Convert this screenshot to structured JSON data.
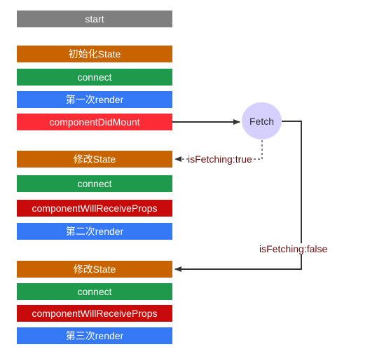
{
  "colors": {
    "gray": "#7f7f7f",
    "orange": "#c86400",
    "green": "#1f9a4c",
    "blue": "#3478f6",
    "red": "#fb2c35",
    "dark_red": "#c80a0a",
    "fetch_fill": "#d6d0ff",
    "line": "#333333"
  },
  "flow": [
    {
      "label": "start",
      "color": "gray"
    },
    {
      "label": "初始化State",
      "color": "orange"
    },
    {
      "label": "connect",
      "color": "green"
    },
    {
      "label": "第一次render",
      "color": "blue"
    },
    {
      "label": "componentDidMount",
      "color": "red"
    },
    {
      "label": "修改State",
      "color": "orange"
    },
    {
      "label": "connect",
      "color": "green"
    },
    {
      "label": "componentWillReceiveProps",
      "color": "dark_red"
    },
    {
      "label": "第二次render",
      "color": "blue"
    },
    {
      "label": "修改State",
      "color": "orange"
    },
    {
      "label": "connect",
      "color": "green"
    },
    {
      "label": "componentWillReceiveProps",
      "color": "dark_red"
    },
    {
      "label": "第三次render",
      "color": "blue"
    }
  ],
  "fetch": {
    "label": "Fetch"
  },
  "edges": {
    "fetching_true": "isFetching:true",
    "fetching_false": "isFetching:false"
  }
}
